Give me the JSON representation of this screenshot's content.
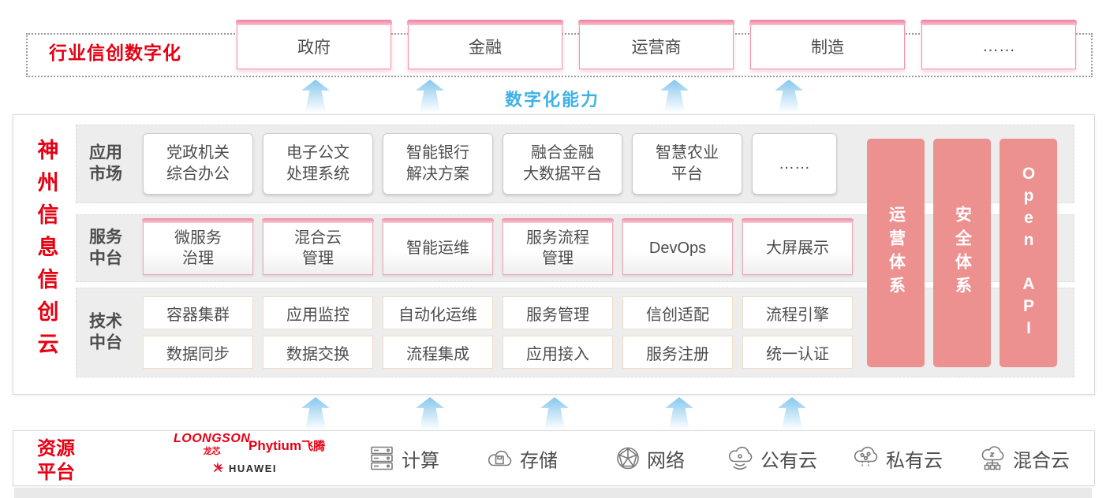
{
  "banner": {
    "title": "行业信创数字化",
    "industries": [
      "政府",
      "金融",
      "运营商",
      "制造",
      "……"
    ]
  },
  "capability": {
    "label": "数字化能力"
  },
  "platform": {
    "vertical_title": "神州信息信创云",
    "lanes": [
      {
        "label": "应用\n市场",
        "items": [
          "党政机关\n综合办公",
          "电子公文\n处理系统",
          "智能银行\n解决方案",
          "融合金融\n大数据平台",
          "智慧农业\n平台",
          "……"
        ]
      },
      {
        "label": "服务\n中台",
        "items": [
          "微服务\n治理",
          "混合云\n管理",
          "智能运维",
          "服务流程\n管理",
          "DevOps",
          "大屏展示"
        ]
      },
      {
        "label": "技术\n中台",
        "items_row1": [
          "容器集群",
          "应用监控",
          "自动化运维",
          "服务管理",
          "信创适配",
          "流程引擎"
        ],
        "items_row2": [
          "数据同步",
          "数据交换",
          "流程集成",
          "应用接入",
          "服务注册",
          "统一认证"
        ]
      }
    ],
    "pillars": [
      "运营体系",
      "安全体系",
      "Open API"
    ]
  },
  "resources": {
    "label": "资源\n平台",
    "vendors": {
      "loongson_en": "LOONGSON",
      "loongson_cn": "龙芯",
      "phytium_en": "Phytium",
      "phytium_cn": "飞腾",
      "huawei_en": "HUAWEI"
    },
    "items": [
      {
        "icon": "server-icon",
        "label": "计算"
      },
      {
        "icon": "storage-cloud-icon",
        "label": "存储"
      },
      {
        "icon": "network-globe-icon",
        "label": "网络"
      },
      {
        "icon": "public-cloud-icon",
        "label": "公有云"
      },
      {
        "icon": "private-cloud-icon",
        "label": "私有云"
      },
      {
        "icon": "hybrid-cloud-icon",
        "label": "混合云"
      }
    ]
  },
  "colors": {
    "accent_red": "#e60012",
    "pillar_pink": "#ec9090",
    "capability_blue": "#3eb1e8"
  }
}
